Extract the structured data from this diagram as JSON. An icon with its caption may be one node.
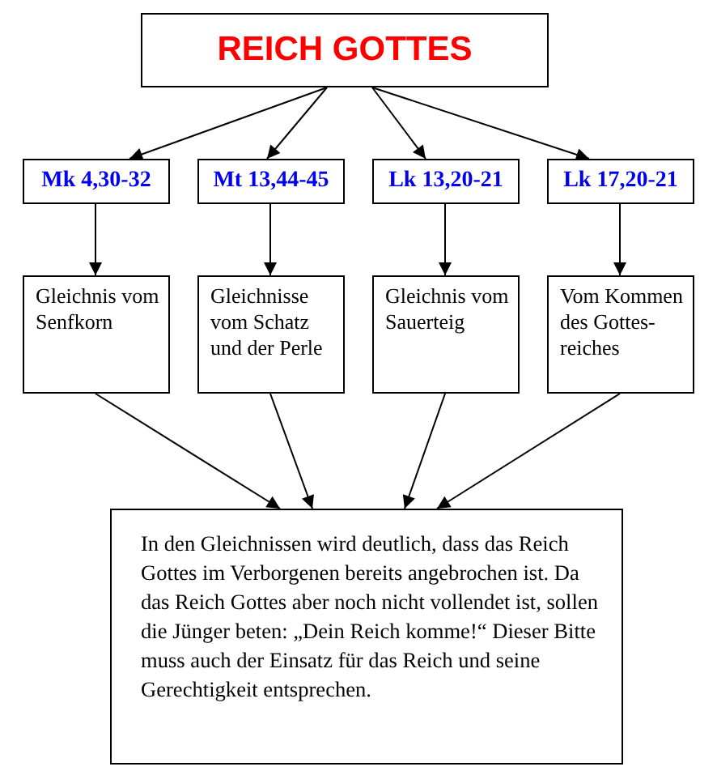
{
  "diagram": {
    "nodes": [
      {
        "text": [
          "REICH GOTTES"
        ]
      },
      {
        "text": [
          "Mk 4,30-32"
        ]
      },
      {
        "text": [
          "Mt 13,44-45"
        ]
      },
      {
        "text": [
          "Lk 13,20-21"
        ]
      },
      {
        "text": [
          "Lk 17,20-21"
        ]
      },
      {
        "text": [
          "Gleichnis vom Senfkorn"
        ]
      },
      {
        "text": [
          "Gleichnisse vom Schatz und der Perle"
        ]
      },
      {
        "text": [
          "Gleichnis vom Sauerteig"
        ]
      },
      {
        "text": [
          "Vom Kommen des Gottes-reiches"
        ]
      },
      {
        "text": [
          "In den Gleichnissen wird deutlich, dass das Reich Gottes im Verborgenen bereits angebrochen ist. Da das Reich Gottes aber noch nicht vollendet ist, sollen die Jünger beten: „Dein Reich komme!“ Dieser Bitte muss auch der Einsatz für das Reich und seine Gerechtigkeit entsprechen."
        ]
      }
    ],
    "edges": [
      {
        "from": 0,
        "to": 1,
        "arrow": "to"
      },
      {
        "from": 0,
        "to": 2,
        "arrow": "to"
      },
      {
        "from": 0,
        "to": 3,
        "arrow": "to"
      },
      {
        "from": 0,
        "to": 4,
        "arrow": "to"
      },
      {
        "from": 1,
        "to": 5,
        "arrow": "to"
      },
      {
        "from": 2,
        "to": 6,
        "arrow": "to"
      },
      {
        "from": 3,
        "to": 7,
        "arrow": "to"
      },
      {
        "from": 4,
        "to": 8,
        "arrow": "to"
      },
      {
        "from": 5,
        "to": 9,
        "arrow": "to"
      },
      {
        "from": 6,
        "to": 9,
        "arrow": "to"
      },
      {
        "from": 7,
        "to": 9,
        "arrow": "to"
      },
      {
        "from": 8,
        "to": 9,
        "arrow": "to"
      }
    ]
  }
}
